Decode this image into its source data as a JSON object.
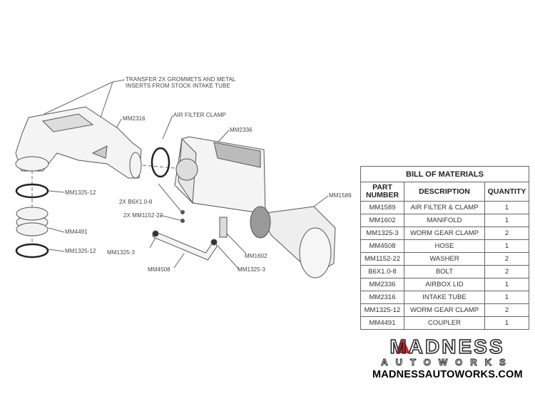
{
  "callouts": {
    "transfer_note_line1": "TRANSFER 2X GROMMETS AND METAL",
    "transfer_note_line2": "INSERTS FROM STOCK INTAKE TUBE",
    "mm2316": "MM2316",
    "air_filter_clamp": "AIR FILTER CLAMP",
    "mm2336": "MM2336",
    "mm1589": "MM1589",
    "mm1325_12_top": "MM1325-12",
    "mm4491": "MM4491",
    "mm1325_12_bottom": "MM1325-12",
    "bolt": "2X B6X1.0-8",
    "washer": "2X MM1152-22",
    "mm1325_3_left": "MM1325-3",
    "mm4508": "MM4508",
    "mm1602": "MM1602",
    "mm1325_3_right": "MM1325-3"
  },
  "bom": {
    "title": "BILL OF MATERIALS",
    "headers": [
      "PART NUMBER",
      "DESCRIPTION",
      "QUANTITY"
    ],
    "rows": [
      [
        "MM1589",
        "AIR FILTER & CLAMP",
        "1"
      ],
      [
        "MM1602",
        "MANIFOLD",
        "1"
      ],
      [
        "MM1325-3",
        "WORM GEAR CLAMP",
        "2"
      ],
      [
        "MM4508",
        "HOSE",
        "1"
      ],
      [
        "MM1152-22",
        "WASHER",
        "2"
      ],
      [
        "B6X1.0-8",
        "BOLT",
        "2"
      ],
      [
        "MM2336",
        "AIRBOX LID",
        "1"
      ],
      [
        "MM2316",
        "INTAKE TUBE",
        "1"
      ],
      [
        "MM1325-12",
        "WORM GEAR CLAMP",
        "2"
      ],
      [
        "MM4491",
        "COUPLER",
        "1"
      ]
    ]
  },
  "logo": {
    "line1": "MADNESS",
    "line2": "AUTOWORKS",
    "accent_color": "#e32027"
  },
  "url": "MADNESSAUTOWORKS.COM"
}
